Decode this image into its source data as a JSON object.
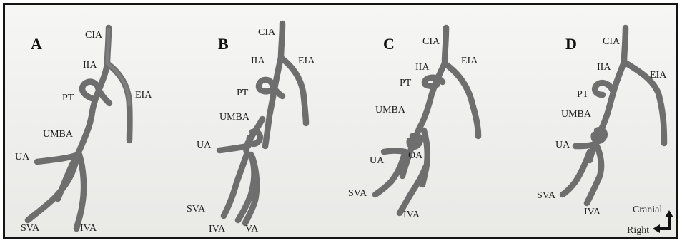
{
  "panels": [
    {
      "letter": "A",
      "labels": {
        "cia": "CIA",
        "iia": "IIA",
        "eia": "EIA",
        "pt": "PT",
        "umba": "UMBA",
        "ua": "UA",
        "sva": "SVA",
        "iva": "IVA"
      }
    },
    {
      "letter": "B",
      "labels": {
        "cia": "CIA",
        "iia": "IIA",
        "eia": "EIA",
        "pt": "PT",
        "umba": "UMBA",
        "ua": "UA",
        "sva": "SVA",
        "iva": "IVA",
        "va": "VA"
      }
    },
    {
      "letter": "C",
      "labels": {
        "cia": "CIA",
        "iia": "IIA",
        "eia": "EIA",
        "pt": "PT",
        "umba": "UMBA",
        "ua": "UA",
        "oa": "OA",
        "sva": "SVA",
        "iva": "IVA"
      }
    },
    {
      "letter": "D",
      "labels": {
        "cia": "CIA",
        "iia": "IIA",
        "eia": "EIA",
        "pt": "PT",
        "umba": "UMBA",
        "ua": "UA",
        "sva": "SVA",
        "iva": "IVA"
      }
    }
  ],
  "orientation": {
    "cranial": "Cranial",
    "right": "Right"
  },
  "colors": {
    "vessel": "#6e6e6e",
    "background": "#f0f0ee",
    "border": "#141414"
  }
}
